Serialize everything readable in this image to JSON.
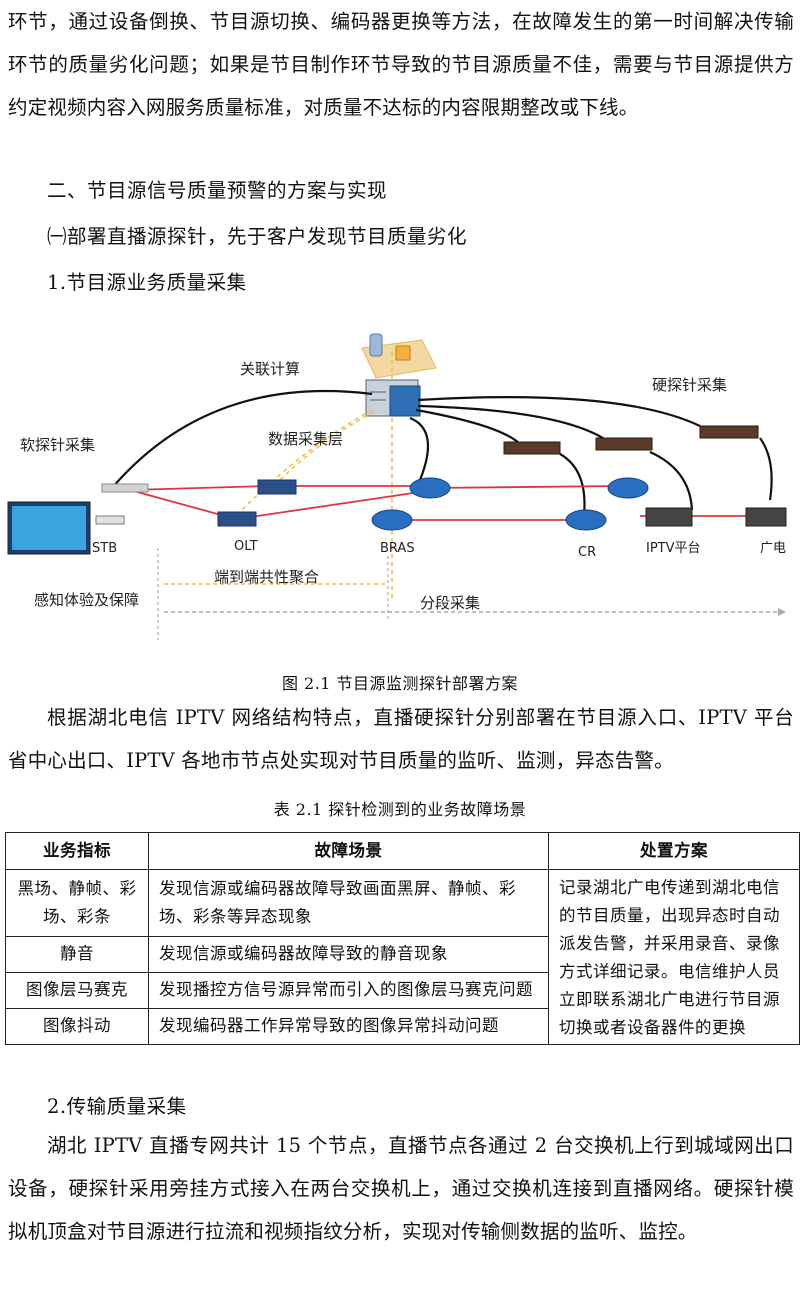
{
  "paragraphs": {
    "p1": "环节，通过设备倒换、节目源切换、编码器更换等方法，在故障发生的第一时间解决传输环节的质量劣化问题；如果是节目制作环节导致的节目源质量不佳，需要与节目源提供方约定视频内容入网服务质量标准，对质量不达标的内容限期整改或下线。",
    "h2": "二、节目源信号质量预警的方案与实现",
    "h3": "㈠部署直播源探针，先于客户发现节目质量劣化",
    "h4": "1.节目源业务质量采集",
    "p2": "根据湖北电信 IPTV 网络结构特点，直播硬探针分别部署在节目源入口、IPTV 平台省中心出口、IPTV 各地市节点处实现对节目质量的监听、监测，异态告警。",
    "h5": "2.传输质量采集",
    "p3": "湖北 IPTV 直播专网共计 15 个节点，直播节点各通过 2 台交换机上行到城域网出口设备，硬探针采用旁挂方式接入在两台交换机上，通过交换机连接到直播网络。硬探针模拟机顶盒对节目源进行拉流和视频指纹分析，实现对传输侧数据的监听、监控。"
  },
  "figure": {
    "caption": "图 2.1  节目源监测探针部署方案",
    "labels": {
      "correlation": "关联计算",
      "hard_probe": "硬探针采集",
      "soft_probe": "软探针采集",
      "data_layer": "数据采集层",
      "stb": "STB",
      "olt": "OLT",
      "bras": "BRAS",
      "cr": "CR",
      "iptv": "IPTV平台",
      "broadcast": "广电",
      "perception": "感知体验及保障",
      "e2e": "端到端共性聚合",
      "segment": "分段采集"
    }
  },
  "table": {
    "caption": "表 2.1  探针检测到的业务故障场景",
    "headers": [
      "业务指标",
      "故障场景",
      "处置方案"
    ],
    "rows": [
      {
        "metric": "黑场、静帧、彩场、彩条",
        "scenario": "发现信源或编码器故障导致画面黑屏、静帧、彩场、彩条等异态现象"
      },
      {
        "metric": "静音",
        "scenario": "发现信源或编码器故障导致的静音现象"
      },
      {
        "metric": "图像层马赛克",
        "scenario": "发现播控方信号源异常而引入的图像层马赛克问题"
      },
      {
        "metric": "图像抖动",
        "scenario": "发现编码器工作异常导致的图像异常抖动问题"
      }
    ],
    "solution": "记录湖北广电传递到湖北电信的节目质量，出现异态时自动派发告警，并采用录音、录像方式详细记录。电信维护人员立即联系湖北广电进行节目源切换或者设备器件的更换"
  },
  "colors": {
    "red_link": "#d9363e",
    "probe_link": "#111111",
    "dashed_link": "#f0c040",
    "router": "#2a6fbf",
    "probe_box": "#5a3a28"
  }
}
